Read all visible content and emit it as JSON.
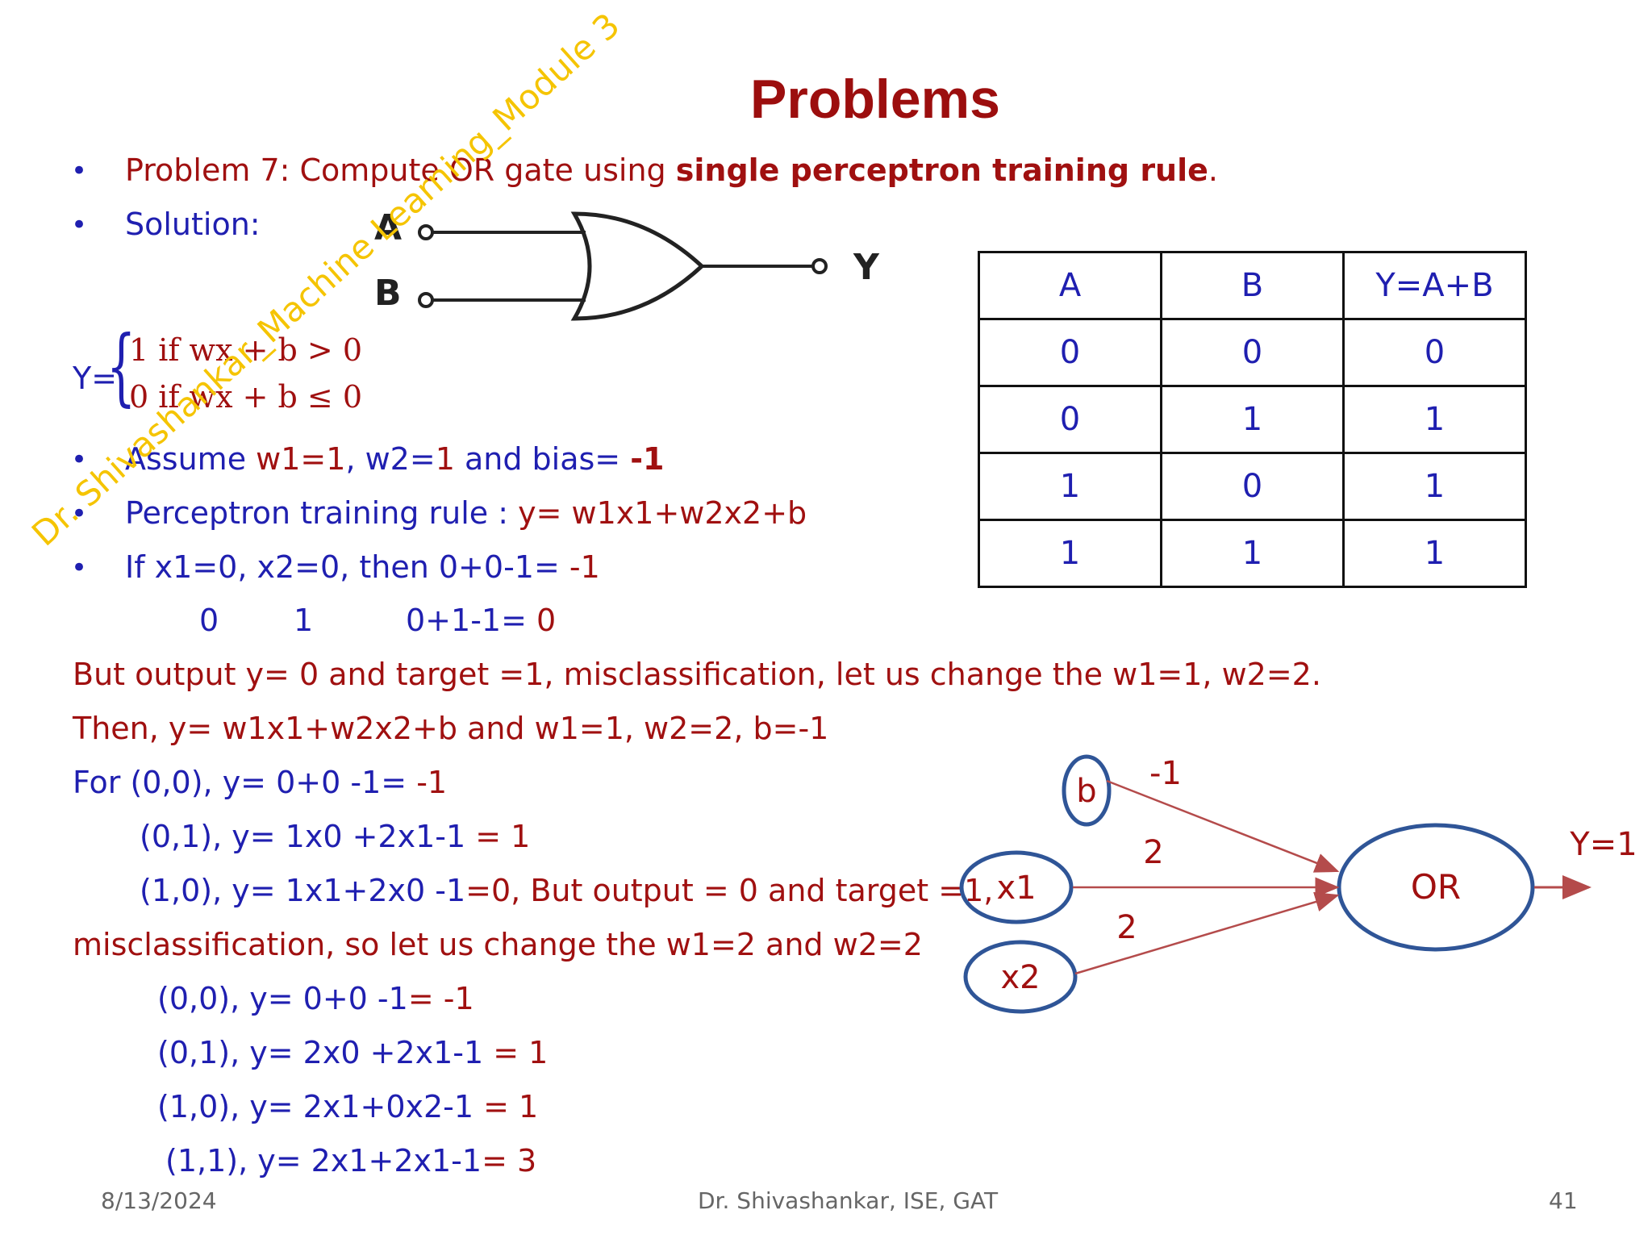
{
  "slide": {
    "title": "Problems",
    "watermark": "Dr. Shivashankar_Machine Learning_Module 3",
    "bullets": {
      "b1_prefix": "Problem 7: Compute OR gate using ",
      "b1_bold": "single perceptron training rule",
      "b1_suffix": ".",
      "b2": "Solution:"
    },
    "piecewise": {
      "lhs": "Y=",
      "brace": "{",
      "line1": "1 if wx + b > 0",
      "line2": "0 if wx + b ≤ 0"
    },
    "assume": {
      "p1": "Assume ",
      "p2": "w1=1",
      "p3": ", w2=",
      "p4": "1",
      "p5": " and bias= ",
      "p6": "-1"
    },
    "rule": {
      "p1": "Perceptron training rule : ",
      "p2": "y= w1x1+w2x2+b"
    },
    "case1": {
      "p1": "If x1=0, x2=0, then 0+0-1= ",
      "p2": "-1"
    },
    "case2": {
      "c1": "0",
      "c2": "1",
      "c3": "0+1-1= ",
      "c4": "0"
    },
    "lines": {
      "l1": "But output y= 0 and target =1, misclassification, let us change the w1=1, w2=2.",
      "l2": "Then, y= w1x1+w2x2+b and w1=1, w2=2, b=-1",
      "l3a": "For (0,0), y= 0+0 -1= ",
      "l3b": "-1",
      "l4a": "(0,1), y= 1x0 +2x1-1 ",
      "l4b": "= 1",
      "l5a": "(1,0), y= 1x1+2x0 -1",
      "l5b": "=0, But output = 0 and target =1,",
      "l6": "misclassification, so let us change the w1=2 and w2=2",
      "l7a": "(0,0), y= 0+0 -1",
      "l7b": "= -1",
      "l8a": "(0,1), y= 2x0 +2x1-1 ",
      "l8b": "= 1",
      "l9a": "(1,0), y= 2x1+0x2-1 ",
      "l9b": "= 1",
      "l10a": "(1,1), y= 2x1+2x1-1",
      "l10b": "= 3"
    },
    "gate": {
      "a": "A",
      "b": "B",
      "y": "Y"
    },
    "table": {
      "headers": [
        "A",
        "B",
        "Y=A+B"
      ],
      "rows": [
        [
          "0",
          "0",
          "0"
        ],
        [
          "0",
          "1",
          "1"
        ],
        [
          "1",
          "0",
          "1"
        ],
        [
          "1",
          "1",
          "1"
        ]
      ]
    },
    "diagram": {
      "b": "b",
      "x1": "x1",
      "x2": "x2",
      "node": "OR",
      "w_b": "-1",
      "w1": "2",
      "w2": "2",
      "out": "Y=1",
      "colors": {
        "node_stroke": "#2f5597",
        "arrow": "#b44b4b",
        "text": "#a01010"
      }
    },
    "footer": {
      "date": "8/13/2024",
      "author": "Dr. Shivashankar, ISE, GAT",
      "page": "41"
    }
  }
}
